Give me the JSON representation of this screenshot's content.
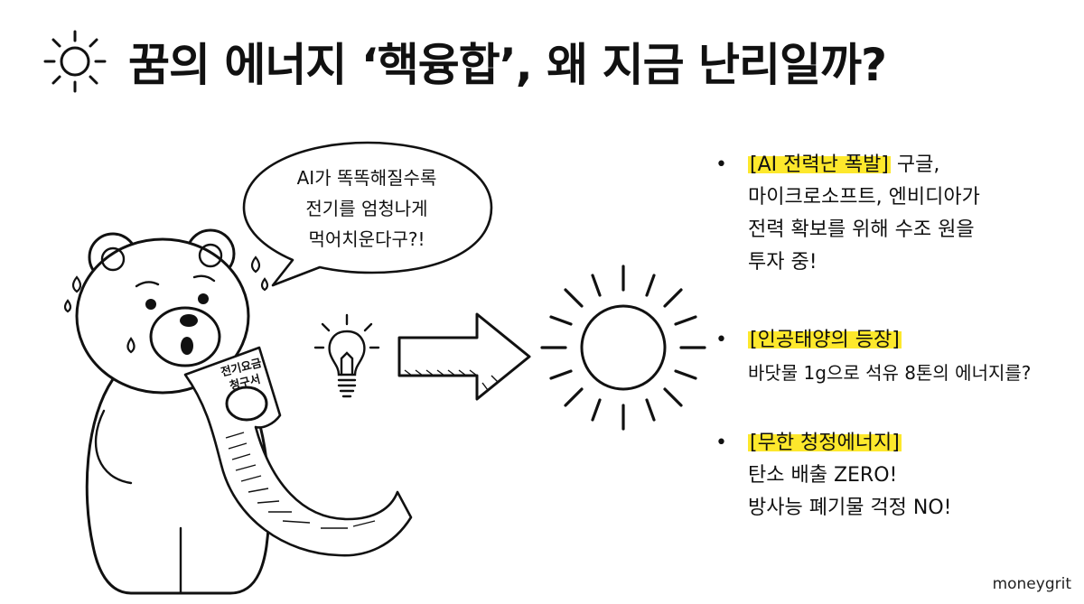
{
  "title": {
    "text": "꿈의 에너지 ‘핵융합’, 왜 지금 난리일까?",
    "icon": "sun-icon"
  },
  "speech_bubble": {
    "lines": [
      "AI가 똑똑해질수록",
      "전기를 엄청나게",
      "먹어치운다구?!"
    ]
  },
  "receipt": {
    "lines": [
      "전기요금",
      "청구서"
    ]
  },
  "illustration": {
    "character": "worried-bear-icon",
    "bulb": "light-bulb-icon",
    "arrow": "right-arrow-icon",
    "sun": "sun-icon"
  },
  "bullets": [
    {
      "heading": "[AI 전력난 폭발]",
      "lines": [
        "구글,",
        "마이크로소프트, 엔비디아가",
        "전력 확보를 위해 수조 원을",
        "투자 중!"
      ]
    },
    {
      "heading": "[인공태양의 등장]",
      "lines": [
        "바닷물 1g으로 석유 8톤의 에너지를?"
      ]
    },
    {
      "heading": "[무한 청정에너지]",
      "lines": [
        "탄소 배출 ZERO!",
        "방사능 폐기물 걱정 NO!"
      ]
    }
  ],
  "colors": {
    "highlight": "#fde82c",
    "ink": "#111111",
    "background": "#ffffff"
  },
  "watermark": "moneygrit"
}
